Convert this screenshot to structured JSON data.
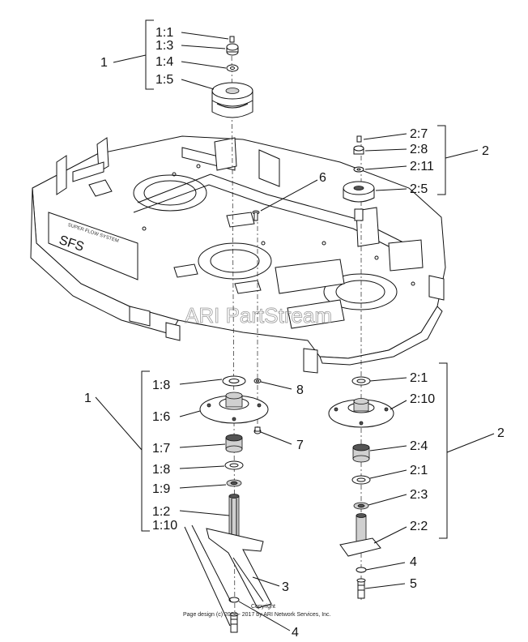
{
  "callouts": {
    "assembly_1_top": "1",
    "p1_1": "1:1",
    "p1_3": "1:3",
    "p1_4": "1:4",
    "p1_5": "1:5",
    "assembly_2_top": "2",
    "p2_7": "2:7",
    "p2_8": "2:8",
    "p2_11": "2:11",
    "p2_5": "2:5",
    "part_6": "6",
    "assembly_1_bottom": "1",
    "p1_8a": "1:8",
    "p1_6": "1:6",
    "p1_7": "1:7",
    "p1_8b": "1:8",
    "p1_9": "1:9",
    "p1_2": "1:2",
    "p1_10": "1:10",
    "part_8": "8",
    "part_7": "7",
    "part_3": "3",
    "part_4_left": "4",
    "assembly_2_bottom": "2",
    "p2_1a": "2:1",
    "p2_10": "2:10",
    "p2_4": "2:4",
    "p2_1b": "2:1",
    "p2_3": "2:3",
    "p2_2": "2:2",
    "part_4_right": "4",
    "part_5": "5"
  },
  "watermark": "ARI PartStream",
  "decal": {
    "line1": "SUPER FLOW SYSTEM",
    "line2": "SFS"
  },
  "copyright": {
    "line1": "Copyright",
    "line2": "Page design (c) 2004 - 2017 by ARI Network Services, Inc."
  }
}
